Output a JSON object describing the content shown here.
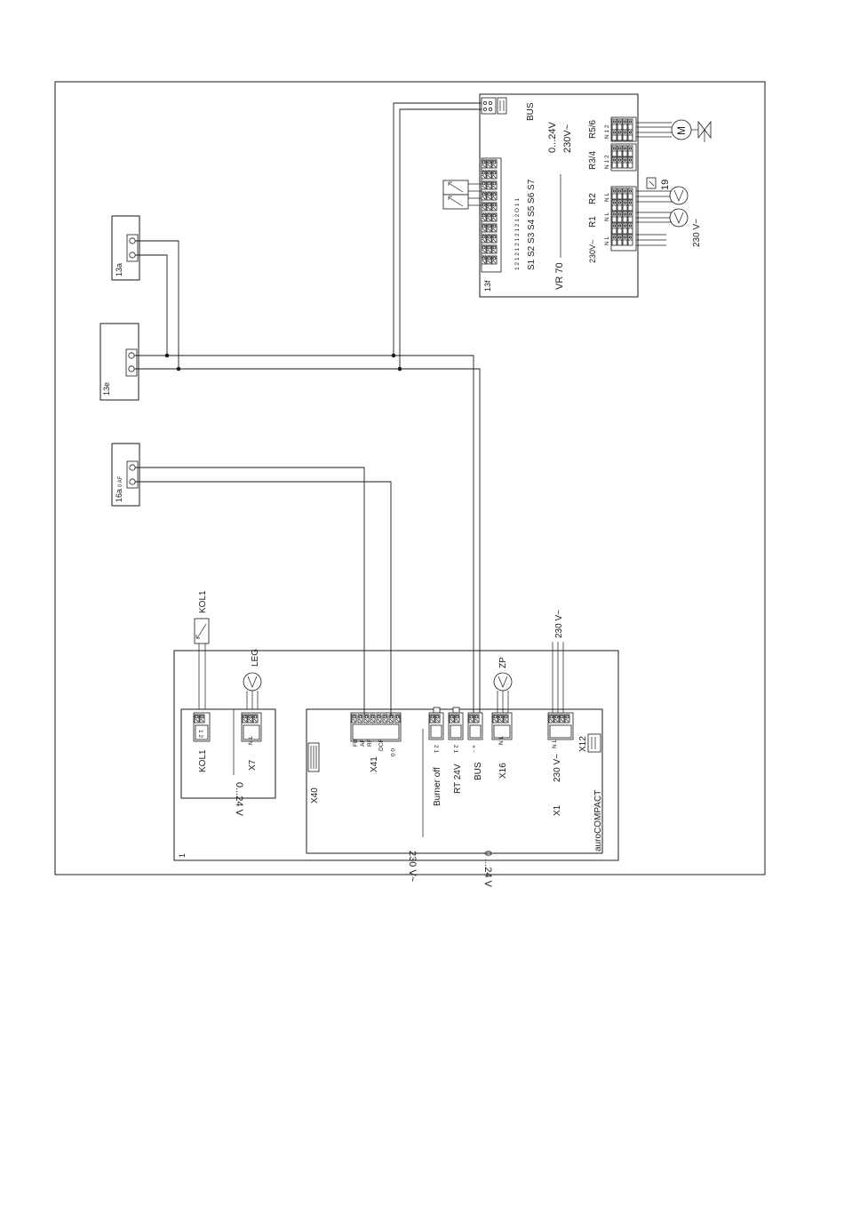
{
  "units": {
    "u13a": "13a",
    "u13e": "13e",
    "u16a": "16a",
    "u16a_terms": "0  AF",
    "u1": "1"
  },
  "vr70": {
    "id": "13f",
    "name": "VR 70",
    "bus": "BUS",
    "low_voltage": "0...24V",
    "mains_voltage": "230V~",
    "sensor_labels": "S1 S2 S3 S4 S5 S6 S7",
    "sensor_pins": "1 2  1 2  1 2  1 2  1 2  1 2  O 1 1",
    "r56": "R5/6",
    "r34": "R3/4",
    "r56_pins": "N 1 2",
    "r34_pins": "N 1 2",
    "power": "230V~",
    "r1": "R1",
    "r2": "R2",
    "nl": "N L",
    "motor": "M",
    "item19": "19",
    "ext_supply": "230 V~"
  },
  "compact": {
    "kol1_sensor": "KOL1",
    "kol1_conn": "KOL1",
    "kol1_pins": "1  2",
    "leg": "LEG",
    "x7": "X7",
    "x7_pins": "N  L",
    "left_voltage": "0...24 V",
    "x40": "X40",
    "x41": "X41",
    "x41_pins": [
      "FB",
      "AF",
      "RF",
      "DCF"
    ],
    "x41_zero": "0  0",
    "burner_off": "Burner off",
    "burner_pins": "2  1",
    "rt24": "RT 24V",
    "rt_pins": "2  1",
    "bus": "BUS",
    "bus_pins": "+  -",
    "zp": "ZP",
    "x16": "X16",
    "x16_pins": "N  L",
    "mains_in": "230 V~",
    "x1_label": "230 V~",
    "x1": "X1",
    "x1_pins": "N  L",
    "x12": "X12",
    "model": "auroCOMPACT",
    "mains_section": "230 V~",
    "low_section": "0 ...24 V"
  }
}
